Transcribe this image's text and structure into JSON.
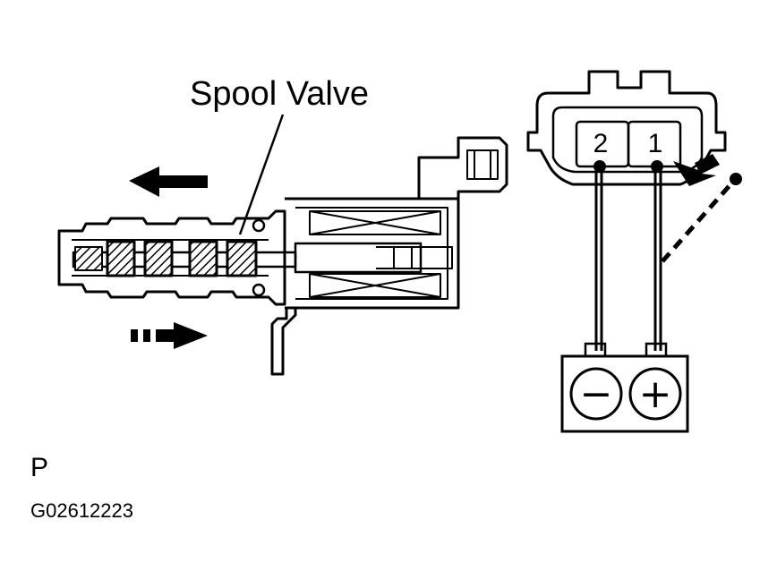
{
  "labels": {
    "spool_valve": "Spool Valve",
    "view_letter": "P",
    "figure_code": "G02612223"
  },
  "connector": {
    "pin_left": "2",
    "pin_right": "1"
  },
  "battery": {
    "negative": "−",
    "positive": "+"
  },
  "colors": {
    "ink": "#000000",
    "paper": "#ffffff"
  }
}
